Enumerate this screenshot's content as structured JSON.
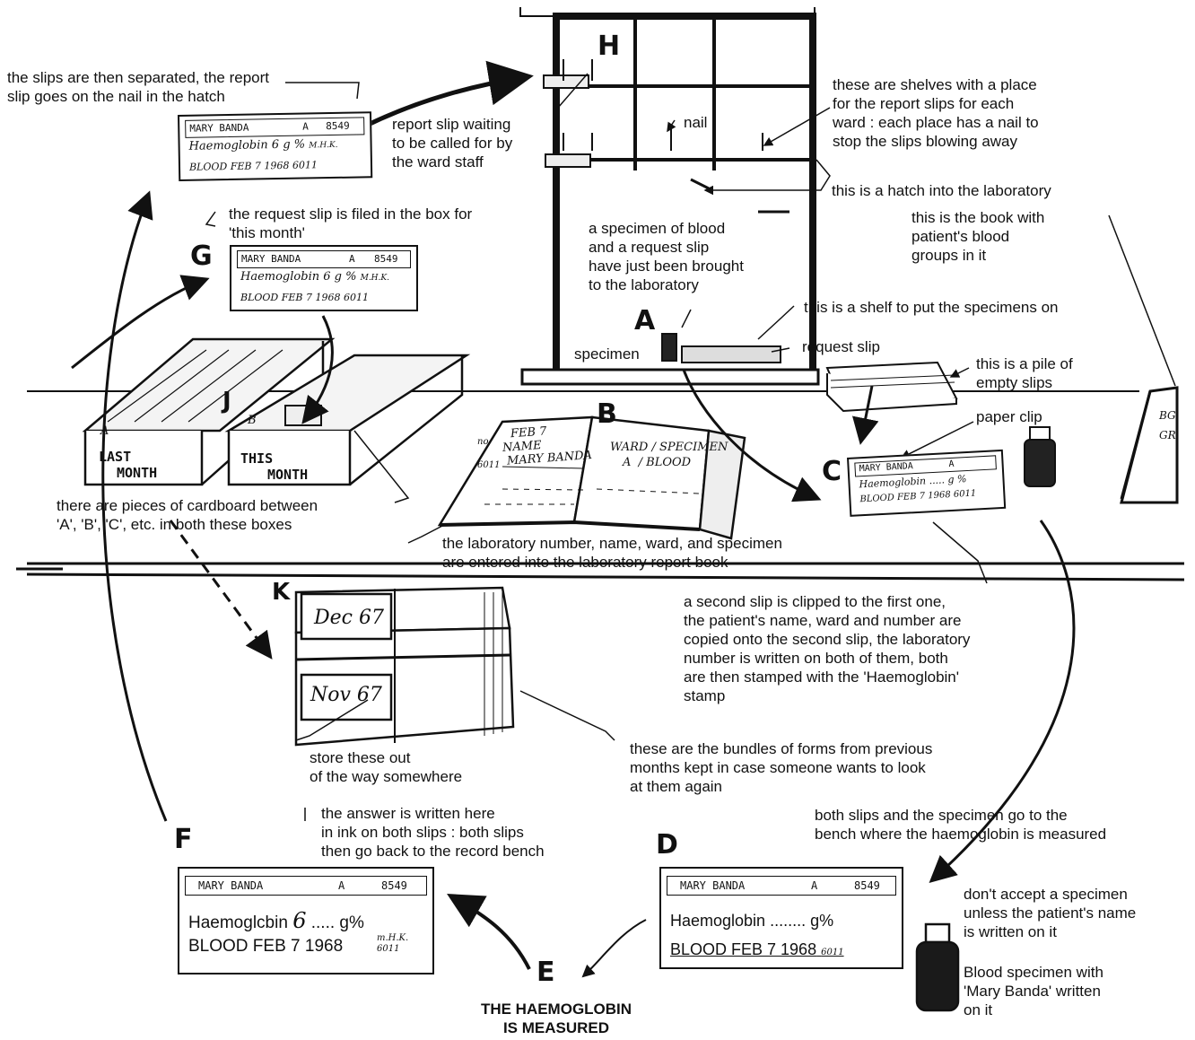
{
  "letters": {
    "A": "A",
    "B": "B",
    "C": "C",
    "D": "D",
    "E": "E",
    "F": "F",
    "G": "G",
    "H": "H",
    "J": "J",
    "K": "K"
  },
  "texts": {
    "slips_separated": [
      "the slips are then separated, the report",
      "slip goes on the nail in the hatch"
    ],
    "report_waiting": [
      "report slip waiting",
      "to be called for by",
      "the ward staff"
    ],
    "nail": "nail",
    "shelves": [
      "these are shelves with a place",
      "for the report slips for each",
      "ward : each place has a nail to",
      "stop the slips blowing away"
    ],
    "hatch": "this is a hatch into the laboratory",
    "book_groups": [
      "this is the  book with",
      "patient's blood",
      "groups in it"
    ],
    "request_filed": [
      "the request slip is filed in the box for",
      "'this month'"
    ],
    "specimen_brought": [
      "a specimen of blood",
      "and a request slip",
      "have just been brought",
      "to the laboratory"
    ],
    "shelf_specimens": "this is a shelf to put the specimens on",
    "specimen": "specimen",
    "request_slip": "request slip",
    "pile_slips": [
      "this is a pile of",
      "empty slips"
    ],
    "paper_clip": "paper clip",
    "cardboard": [
      "there are pieces of cardboard between",
      "'A', 'B', 'C', etc. in both these boxes"
    ],
    "lab_number": [
      "the laboratory number, name, ward, and specimen",
      "are entered into the laboratory report book"
    ],
    "second_slip": [
      "a second slip is clipped to the first one,",
      "the patient's name, ward and number are",
      "copied onto the second slip, the laboratory",
      "number is written on both of them, both",
      "are then stamped with the 'Haemoglobin'",
      "stamp"
    ],
    "store": [
      "store these out",
      "of the way somewhere"
    ],
    "bundles": [
      "these are the bundles of forms from previous",
      "months kept in case someone wants to look",
      "at them again"
    ],
    "answer": [
      "the answer is written here",
      "in ink on both slips : both slips",
      "then go back to the record bench"
    ],
    "both_slips": [
      "both slips and the specimen go to the",
      "bench  where the haemoglobin is measured"
    ],
    "dont_accept": [
      "don't accept a specimen",
      "unless the patient's name",
      "is written on it"
    ],
    "blood_specimen": [
      "Blood specimen with",
      "'Mary Banda' written",
      "on it"
    ],
    "measured": [
      "THE HAEMOGLOBIN",
      "IS MEASURED"
    ]
  },
  "boxes": {
    "last": [
      "LAST",
      "MONTH"
    ],
    "this": [
      "THIS",
      "MONTH"
    ],
    "tab_a": "A",
    "tab_b": "B"
  },
  "bundles": {
    "dec": "Dec 67",
    "nov": "Nov 67"
  },
  "book": {
    "left": [
      "FEB 7",
      "NAME",
      "MARY BANDA"
    ],
    "left_nums": [
      "no",
      "6011"
    ],
    "right": [
      "WARD",
      "SPECIMEN",
      "A",
      "BLOOD"
    ]
  },
  "slips": {
    "H": {
      "name": "MARY BANDA",
      "ward": "A",
      "num": "8549",
      "test": "Haemoglobin",
      "value": "6",
      "unit": "g %",
      "sig": "M.H.K.",
      "date": "BLOOD   FEB 7 1968",
      "lab": "6011"
    },
    "G": {
      "name": "MARY BANDA",
      "ward": "A",
      "num": "8549",
      "test": "Haemoglobin",
      "value": "6",
      "unit": "g %",
      "sig": "M.H.K.",
      "date": "BLOOD   FEB 7 1968",
      "lab": "6011"
    },
    "C": {
      "name": "MARY BANDA",
      "ward": "A",
      "test": "Haemoglobin",
      "unit": "g %",
      "date": "BLOOD  FEB 7 1968",
      "lab": "6011"
    },
    "F": {
      "name": "MARY BANDA",
      "ward": "A",
      "num": "8549",
      "test": "Haemoglcbin",
      "value": "6",
      "unit": "g%",
      "date": "BLOOD FEB 7 1968",
      "sig": "m.H.K.",
      "lab": "6011"
    },
    "D": {
      "name": "MARY BANDA",
      "ward": "A",
      "num": "8549",
      "test": "Haemoglobin",
      "unit": "g%",
      "date": "BLOOD FEB 7 1968",
      "lab": "6011"
    }
  },
  "side_book": [
    "BG",
    "GR"
  ]
}
